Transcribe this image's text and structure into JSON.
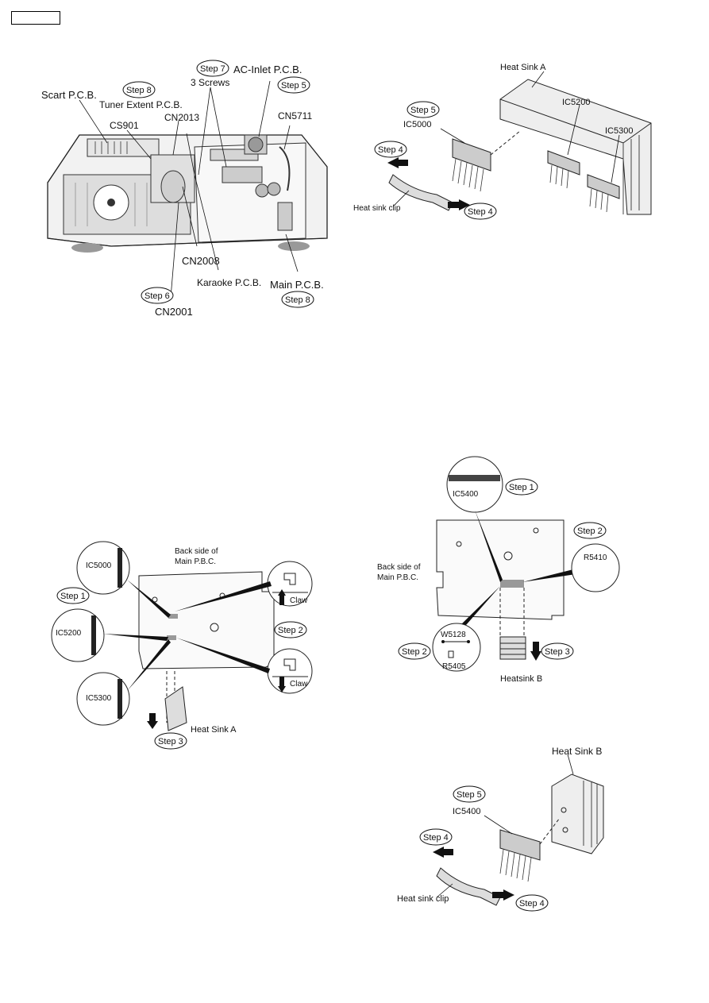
{
  "figure1": {
    "labels": {
      "scart": "Scart P.C.B.",
      "tuner_extent": "Tuner Extent P.C.B.",
      "cs901": "CS901",
      "cn2013": "CN2013",
      "three_screws": "3 Screws",
      "ac_inlet": "AC-Inlet P.C.B.",
      "cn5711": "CN5711",
      "cn2008": "CN2008",
      "karaoke": "Karaoke P.C.B.",
      "main_pcb": "Main P.C.B.",
      "cn2001": "CN2001"
    },
    "steps": {
      "s8a": "Step 8",
      "s7": "Step 7",
      "s5": "Step 5",
      "s6": "Step 6",
      "s8b": "Step 8"
    }
  },
  "figure2": {
    "labels": {
      "heat_sink_a": "Heat Sink A",
      "ic5200": "IC5200",
      "ic5300": "IC5300",
      "ic5000": "IC5000",
      "heat_sink_clip": "Heat sink clip"
    },
    "steps": {
      "s5": "Step 5",
      "s4a": "Step 4",
      "s4b": "Step 4"
    }
  },
  "figure3": {
    "labels": {
      "back_side": "Back side of",
      "main_pbc": "Main P.B.C.",
      "ic5000": "IC5000",
      "ic5200": "IC5200",
      "ic5300": "IC5300",
      "claw_up": "Claw",
      "claw_down": "Claw",
      "heat_sink_a": "Heat Sink A"
    },
    "steps": {
      "s1": "Step 1",
      "s2": "Step 2",
      "s3": "Step 3"
    }
  },
  "figure4": {
    "labels": {
      "ic5400": "IC5400",
      "back_side": "Back side of",
      "main_pbc": "Main P.B.C.",
      "r5410": "R5410",
      "w5128": "W5128",
      "r5405": "R5405",
      "heatsink_b": "Heatsink B"
    },
    "steps": {
      "s1": "Step 1",
      "s2a": "Step 2",
      "s2b": "Step 2",
      "s3": "Step 3"
    }
  },
  "figure5": {
    "labels": {
      "heat_sink_b": "Heat Sink B",
      "ic5400": "IC5400",
      "heat_sink_clip": "Heat sink clip"
    },
    "steps": {
      "s5": "Step 5",
      "s4a": "Step 4",
      "s4b": "Step 4"
    }
  }
}
